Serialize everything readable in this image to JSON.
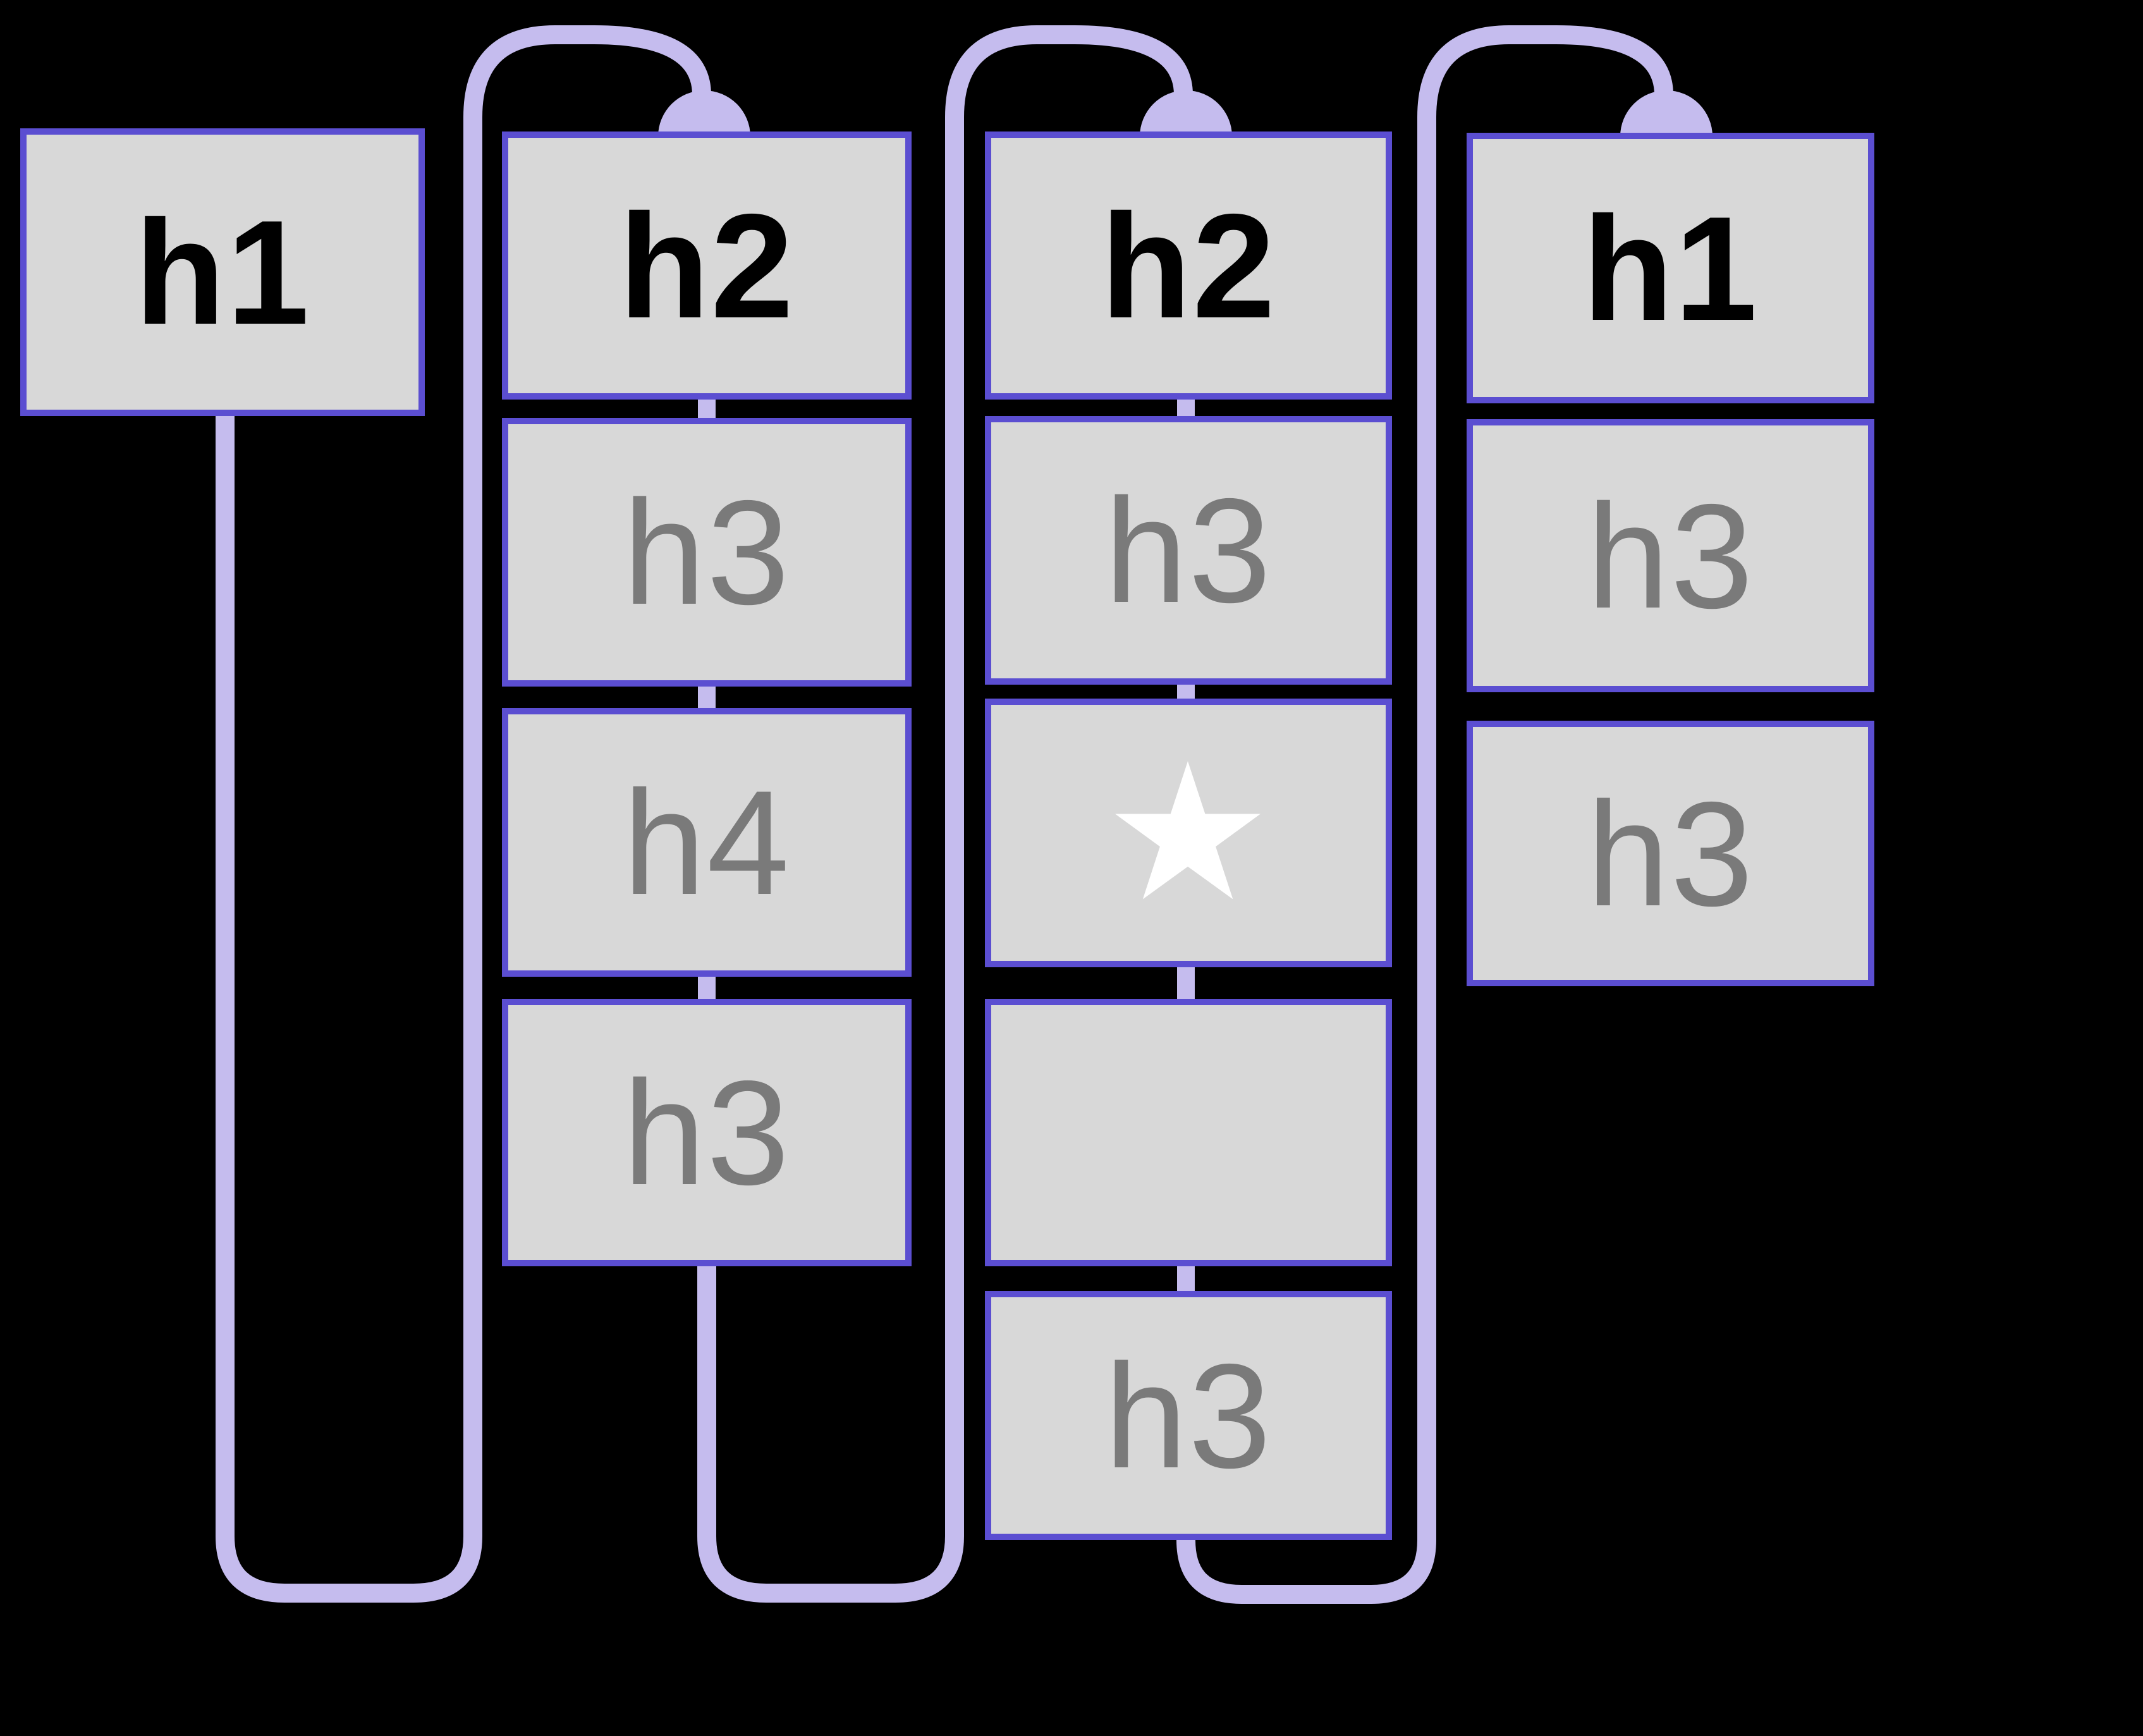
{
  "diagram": {
    "colors": {
      "bg": "#000000",
      "border": "#5b4ed1",
      "fill": "#d8d8d8",
      "line": "#c5bcee",
      "secondary": "#7a7a7a",
      "star": "#ffffff"
    },
    "columns": [
      {
        "name": "column-1",
        "boxes": [
          {
            "label": "h1",
            "emphasis": "primary"
          }
        ]
      },
      {
        "name": "column-2",
        "boxes": [
          {
            "label": "h2",
            "emphasis": "primary"
          },
          {
            "label": "h3",
            "emphasis": "secondary"
          },
          {
            "label": "h4",
            "emphasis": "secondary"
          },
          {
            "label": "h3",
            "emphasis": "secondary"
          }
        ]
      },
      {
        "name": "column-3",
        "boxes": [
          {
            "label": "h2",
            "emphasis": "primary"
          },
          {
            "label": "h3",
            "emphasis": "secondary"
          },
          {
            "label": "★",
            "emphasis": "star"
          },
          {
            "label": "",
            "emphasis": "empty"
          },
          {
            "label": "h3",
            "emphasis": "secondary"
          }
        ]
      },
      {
        "name": "column-4",
        "boxes": [
          {
            "label": "h1",
            "emphasis": "primary"
          },
          {
            "label": "h3",
            "emphasis": "secondary"
          },
          {
            "label": "h3",
            "emphasis": "secondary"
          }
        ]
      }
    ]
  }
}
